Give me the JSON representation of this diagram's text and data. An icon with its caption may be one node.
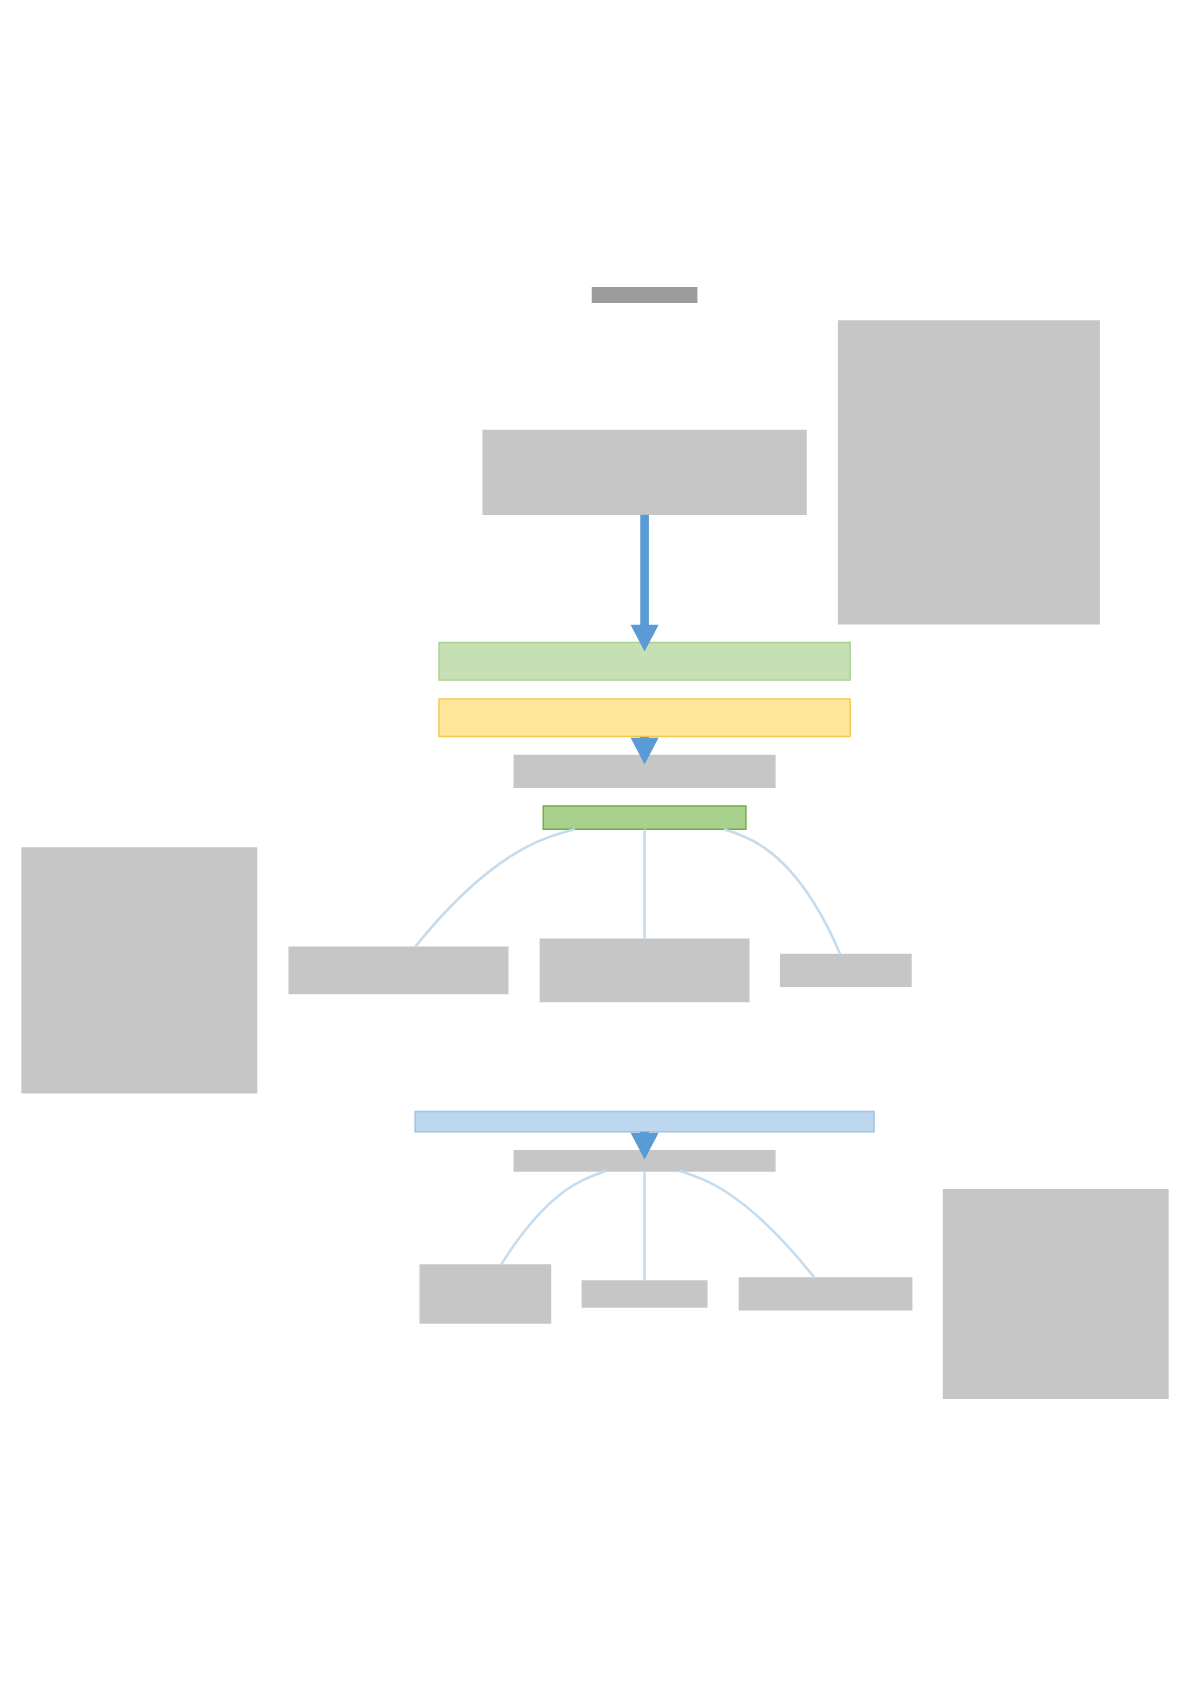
{
  "diagram": {
    "nodes": [
      {
        "text": [],
        "shape": "box"
      },
      {
        "text": [],
        "shape": "box"
      },
      {
        "text": [],
        "shape": "box"
      },
      {
        "text": [],
        "shape": "box"
      },
      {
        "text": [],
        "shape": "box"
      },
      {
        "text": [],
        "shape": "box"
      },
      {
        "text": [],
        "shape": "box"
      },
      {
        "text": [],
        "shape": "box"
      },
      {
        "text": [],
        "shape": "box"
      },
      {
        "text": [],
        "shape": "box"
      },
      {
        "text": [],
        "shape": "box"
      },
      {
        "text": [],
        "shape": "box"
      },
      {
        "text": [],
        "shape": "box"
      },
      {
        "text": [],
        "shape": "box"
      },
      {
        "text": [],
        "shape": "box"
      },
      {
        "text": [],
        "shape": "box"
      },
      {
        "text": [],
        "shape": "box"
      }
    ],
    "edges": [
      {
        "from": 1,
        "to": 2,
        "arrow": "to",
        "style": "thick",
        "color": "#5b9bd5"
      },
      {
        "from": 3,
        "to": 4,
        "arrow": "to",
        "style": "thick",
        "color": "#5b9bd5"
      },
      {
        "from": 7,
        "to": 8,
        "arrow": "none"
      },
      {
        "from": 7,
        "to": 10,
        "arrow": "none"
      },
      {
        "from": 7,
        "to": 9,
        "arrow": "none"
      },
      {
        "from": 11,
        "to": 12,
        "arrow": "to",
        "style": "thick",
        "color": "#5b9bd5"
      },
      {
        "from": 12,
        "to": 13,
        "arrow": "none"
      },
      {
        "from": 12,
        "to": 15,
        "arrow": "none"
      },
      {
        "from": 12,
        "to": 14,
        "arrow": "none"
      }
    ]
  }
}
